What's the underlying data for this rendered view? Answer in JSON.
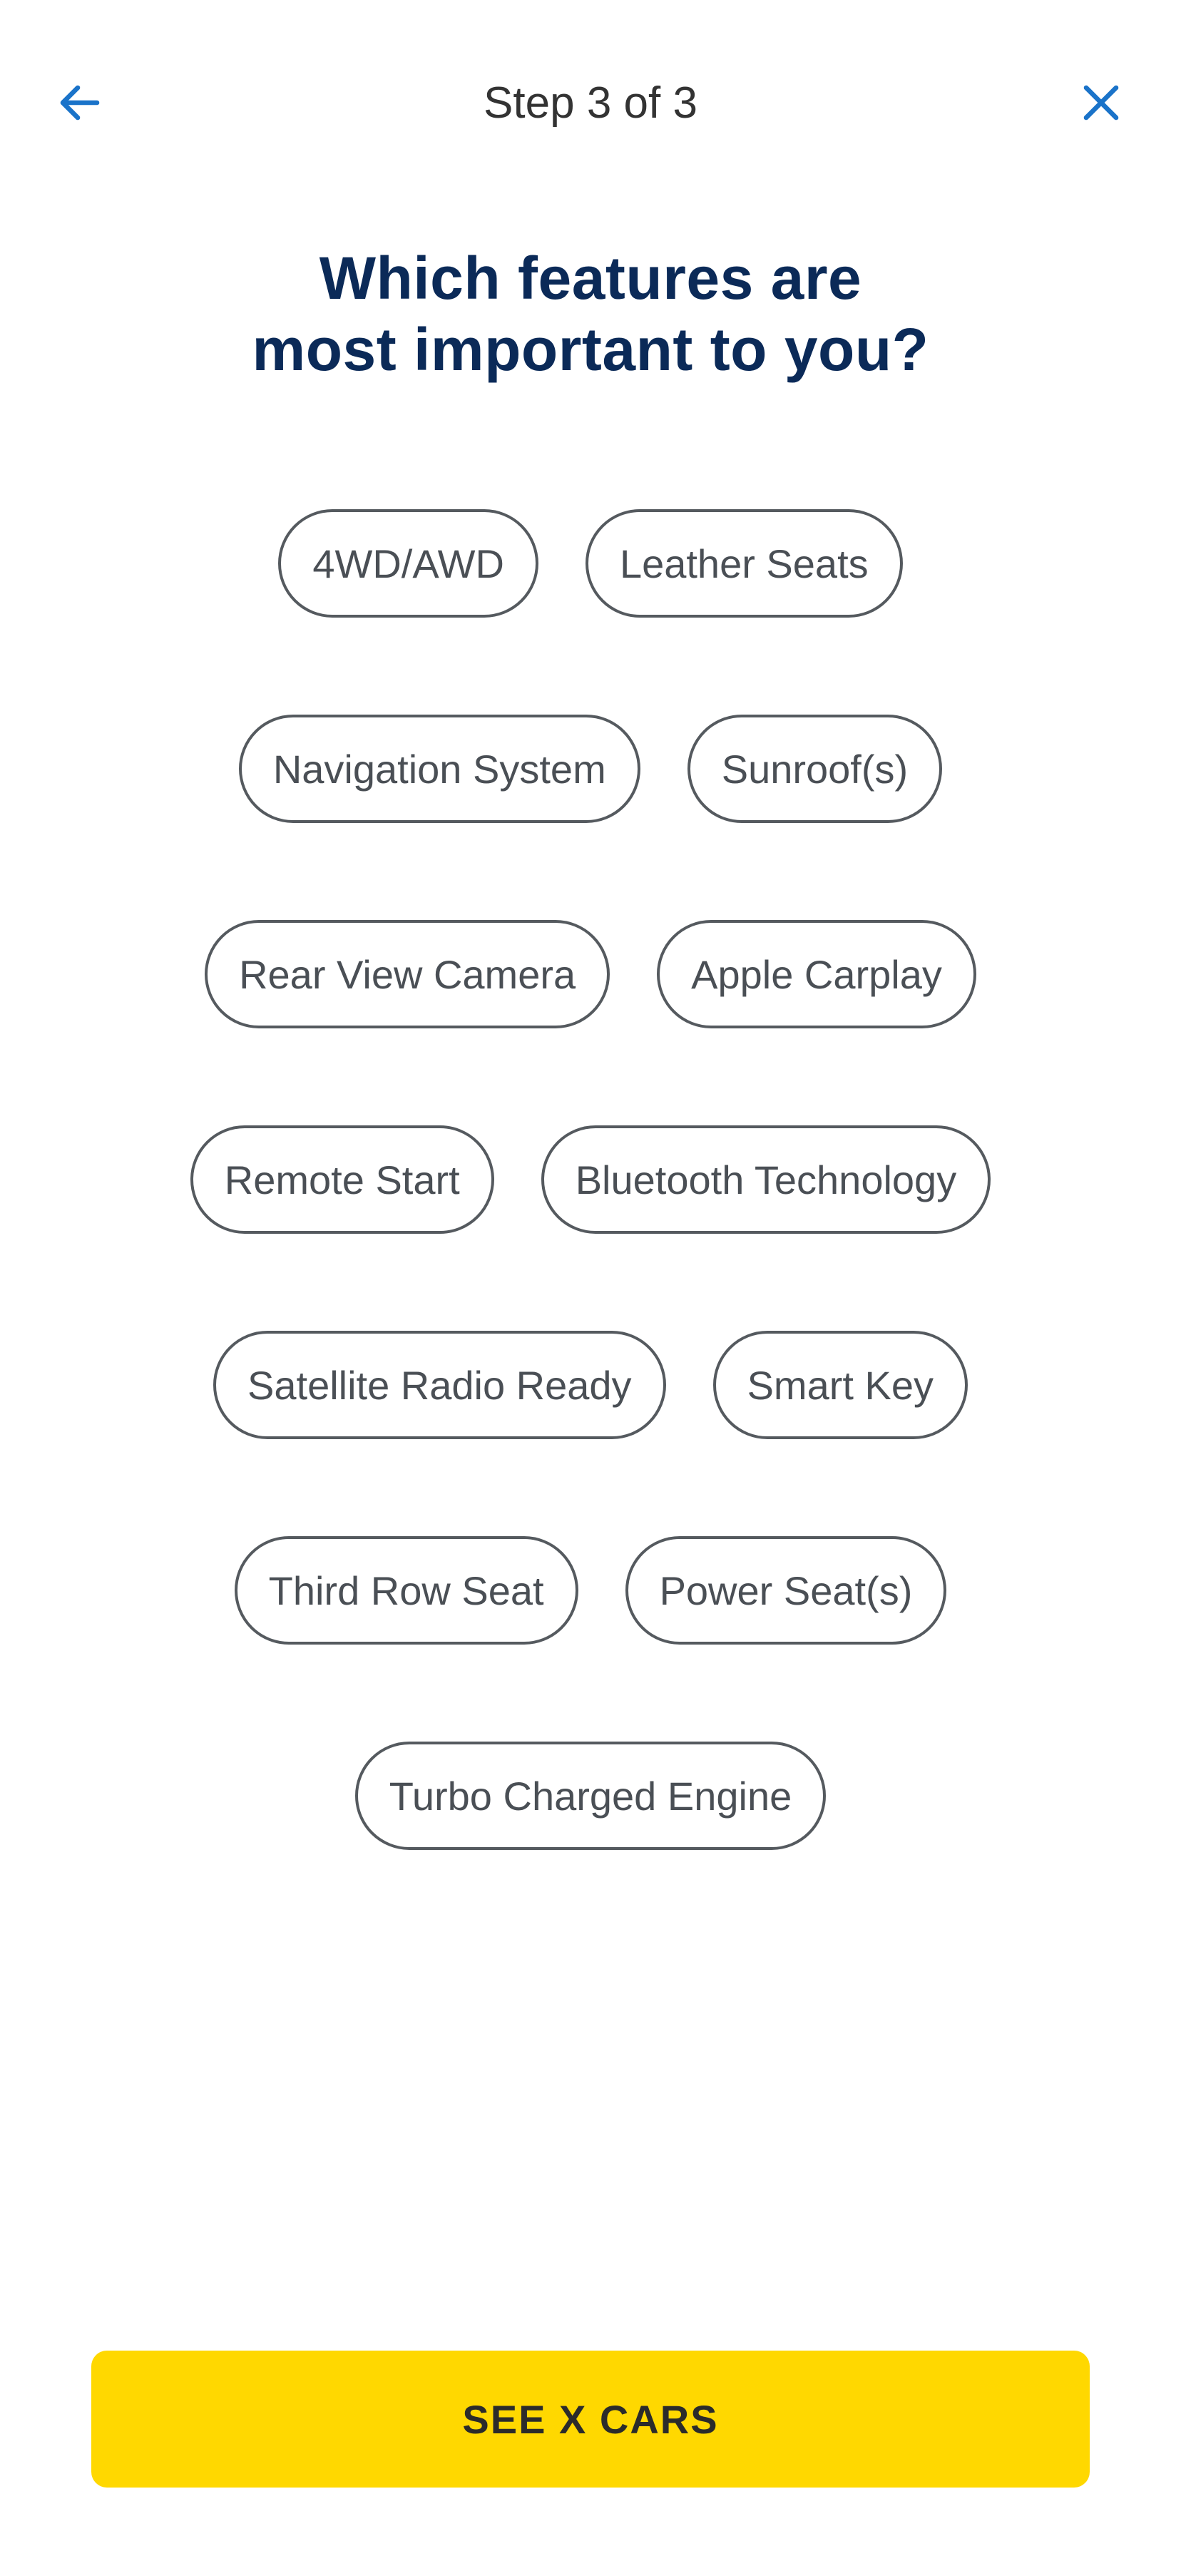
{
  "header": {
    "step_label": "Step 3 of 3",
    "back_icon": "arrow-left-icon",
    "close_icon": "close-icon"
  },
  "question": {
    "line1": "Which features are",
    "line2": "most important to you?"
  },
  "features": [
    "4WD/AWD",
    "Leather Seats",
    "Navigation System",
    "Sunroof(s)",
    "Rear View Camera",
    "Apple Carplay",
    "Remote Start",
    "Bluetooth Technology",
    "Satellite Radio Ready",
    "Smart Key",
    "Third Row Seat",
    "Power Seat(s)",
    "Turbo Charged Engine"
  ],
  "cta": {
    "label": "SEE X CARS"
  },
  "colors": {
    "accent": "#1a73c9",
    "heading": "#0b2a58",
    "cta_background": "#ffd800",
    "chip_border": "#555a5f"
  }
}
